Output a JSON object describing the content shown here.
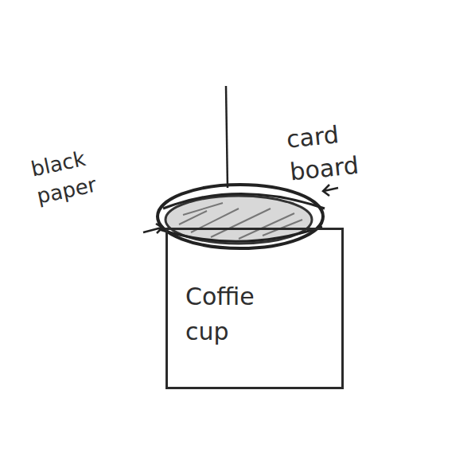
{
  "diagram": {
    "nodes": [
      {
        "text": [
          "Coffie cup"
        ]
      }
    ],
    "labels": [
      "black paper",
      "card board"
    ]
  }
}
